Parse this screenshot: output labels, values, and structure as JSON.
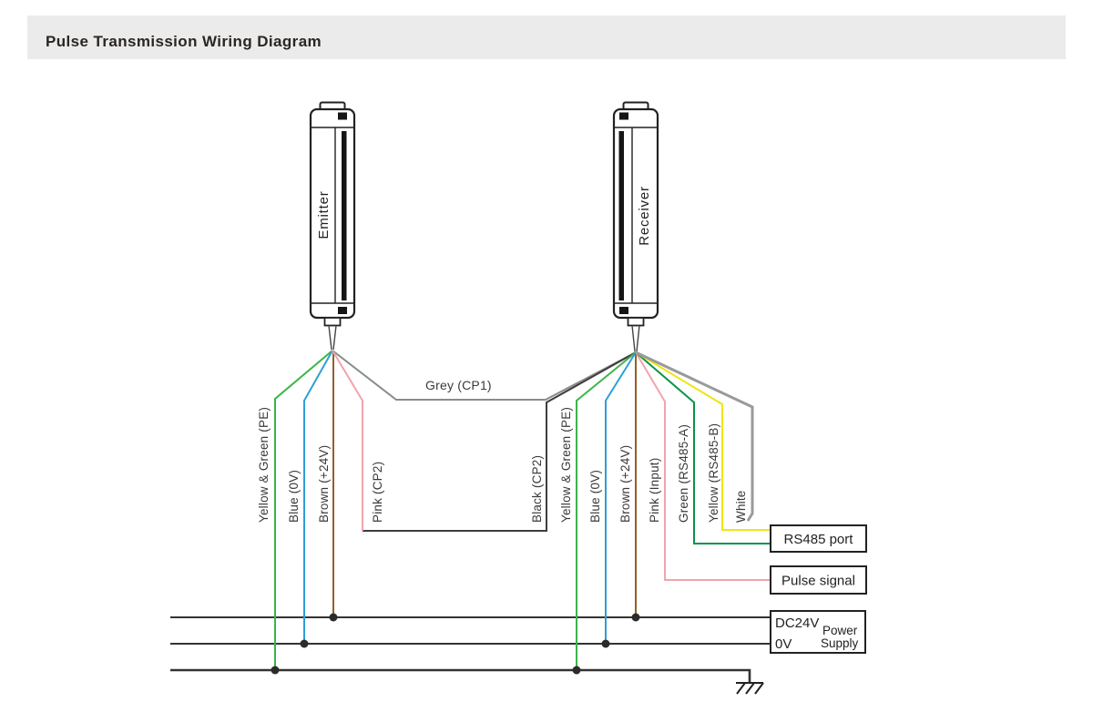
{
  "title": "Pulse Transmission Wiring Diagram",
  "devices": {
    "emitter": "Emitter",
    "receiver": "Receiver"
  },
  "interconnect": {
    "cp1_label": "Grey (CP1)",
    "cp1_color": "#8a8a8a",
    "cp2_link_color": "#3d3d3d"
  },
  "emitter_wires": [
    {
      "label": "Yellow & Green (PE)",
      "color": "#3cb44a"
    },
    {
      "label": "Blue (0V)",
      "color": "#2e9fd8"
    },
    {
      "label": "Brown (+24V)",
      "color": "#935f2a"
    },
    {
      "label": "Pink (CP2)",
      "color": "#f2a3ad"
    }
  ],
  "receiver_wires": [
    {
      "label": "Black (CP2)",
      "color": "#3d3d3d"
    },
    {
      "label": "Yellow & Green (PE)",
      "color": "#3cb44a"
    },
    {
      "label": "Blue (0V)",
      "color": "#2e9fd8"
    },
    {
      "label": "Brown (+24V)",
      "color": "#935f2a"
    },
    {
      "label": "Pink (Input)",
      "color": "#f2a3ad"
    },
    {
      "label": "Green (RS485-A)",
      "color": "#0a9448"
    },
    {
      "label": "Yellow (RS485-B)",
      "color": "#f0e415"
    },
    {
      "label": "White",
      "color": "#9a9a9a"
    }
  ],
  "boxes": {
    "rs485_port": "RS485 port",
    "pulse_signal": "Pulse signal",
    "power_supply": {
      "dc24v": "DC24V",
      "zero_v": "0V",
      "name_line1": "Power",
      "name_line2": "Supply"
    }
  }
}
